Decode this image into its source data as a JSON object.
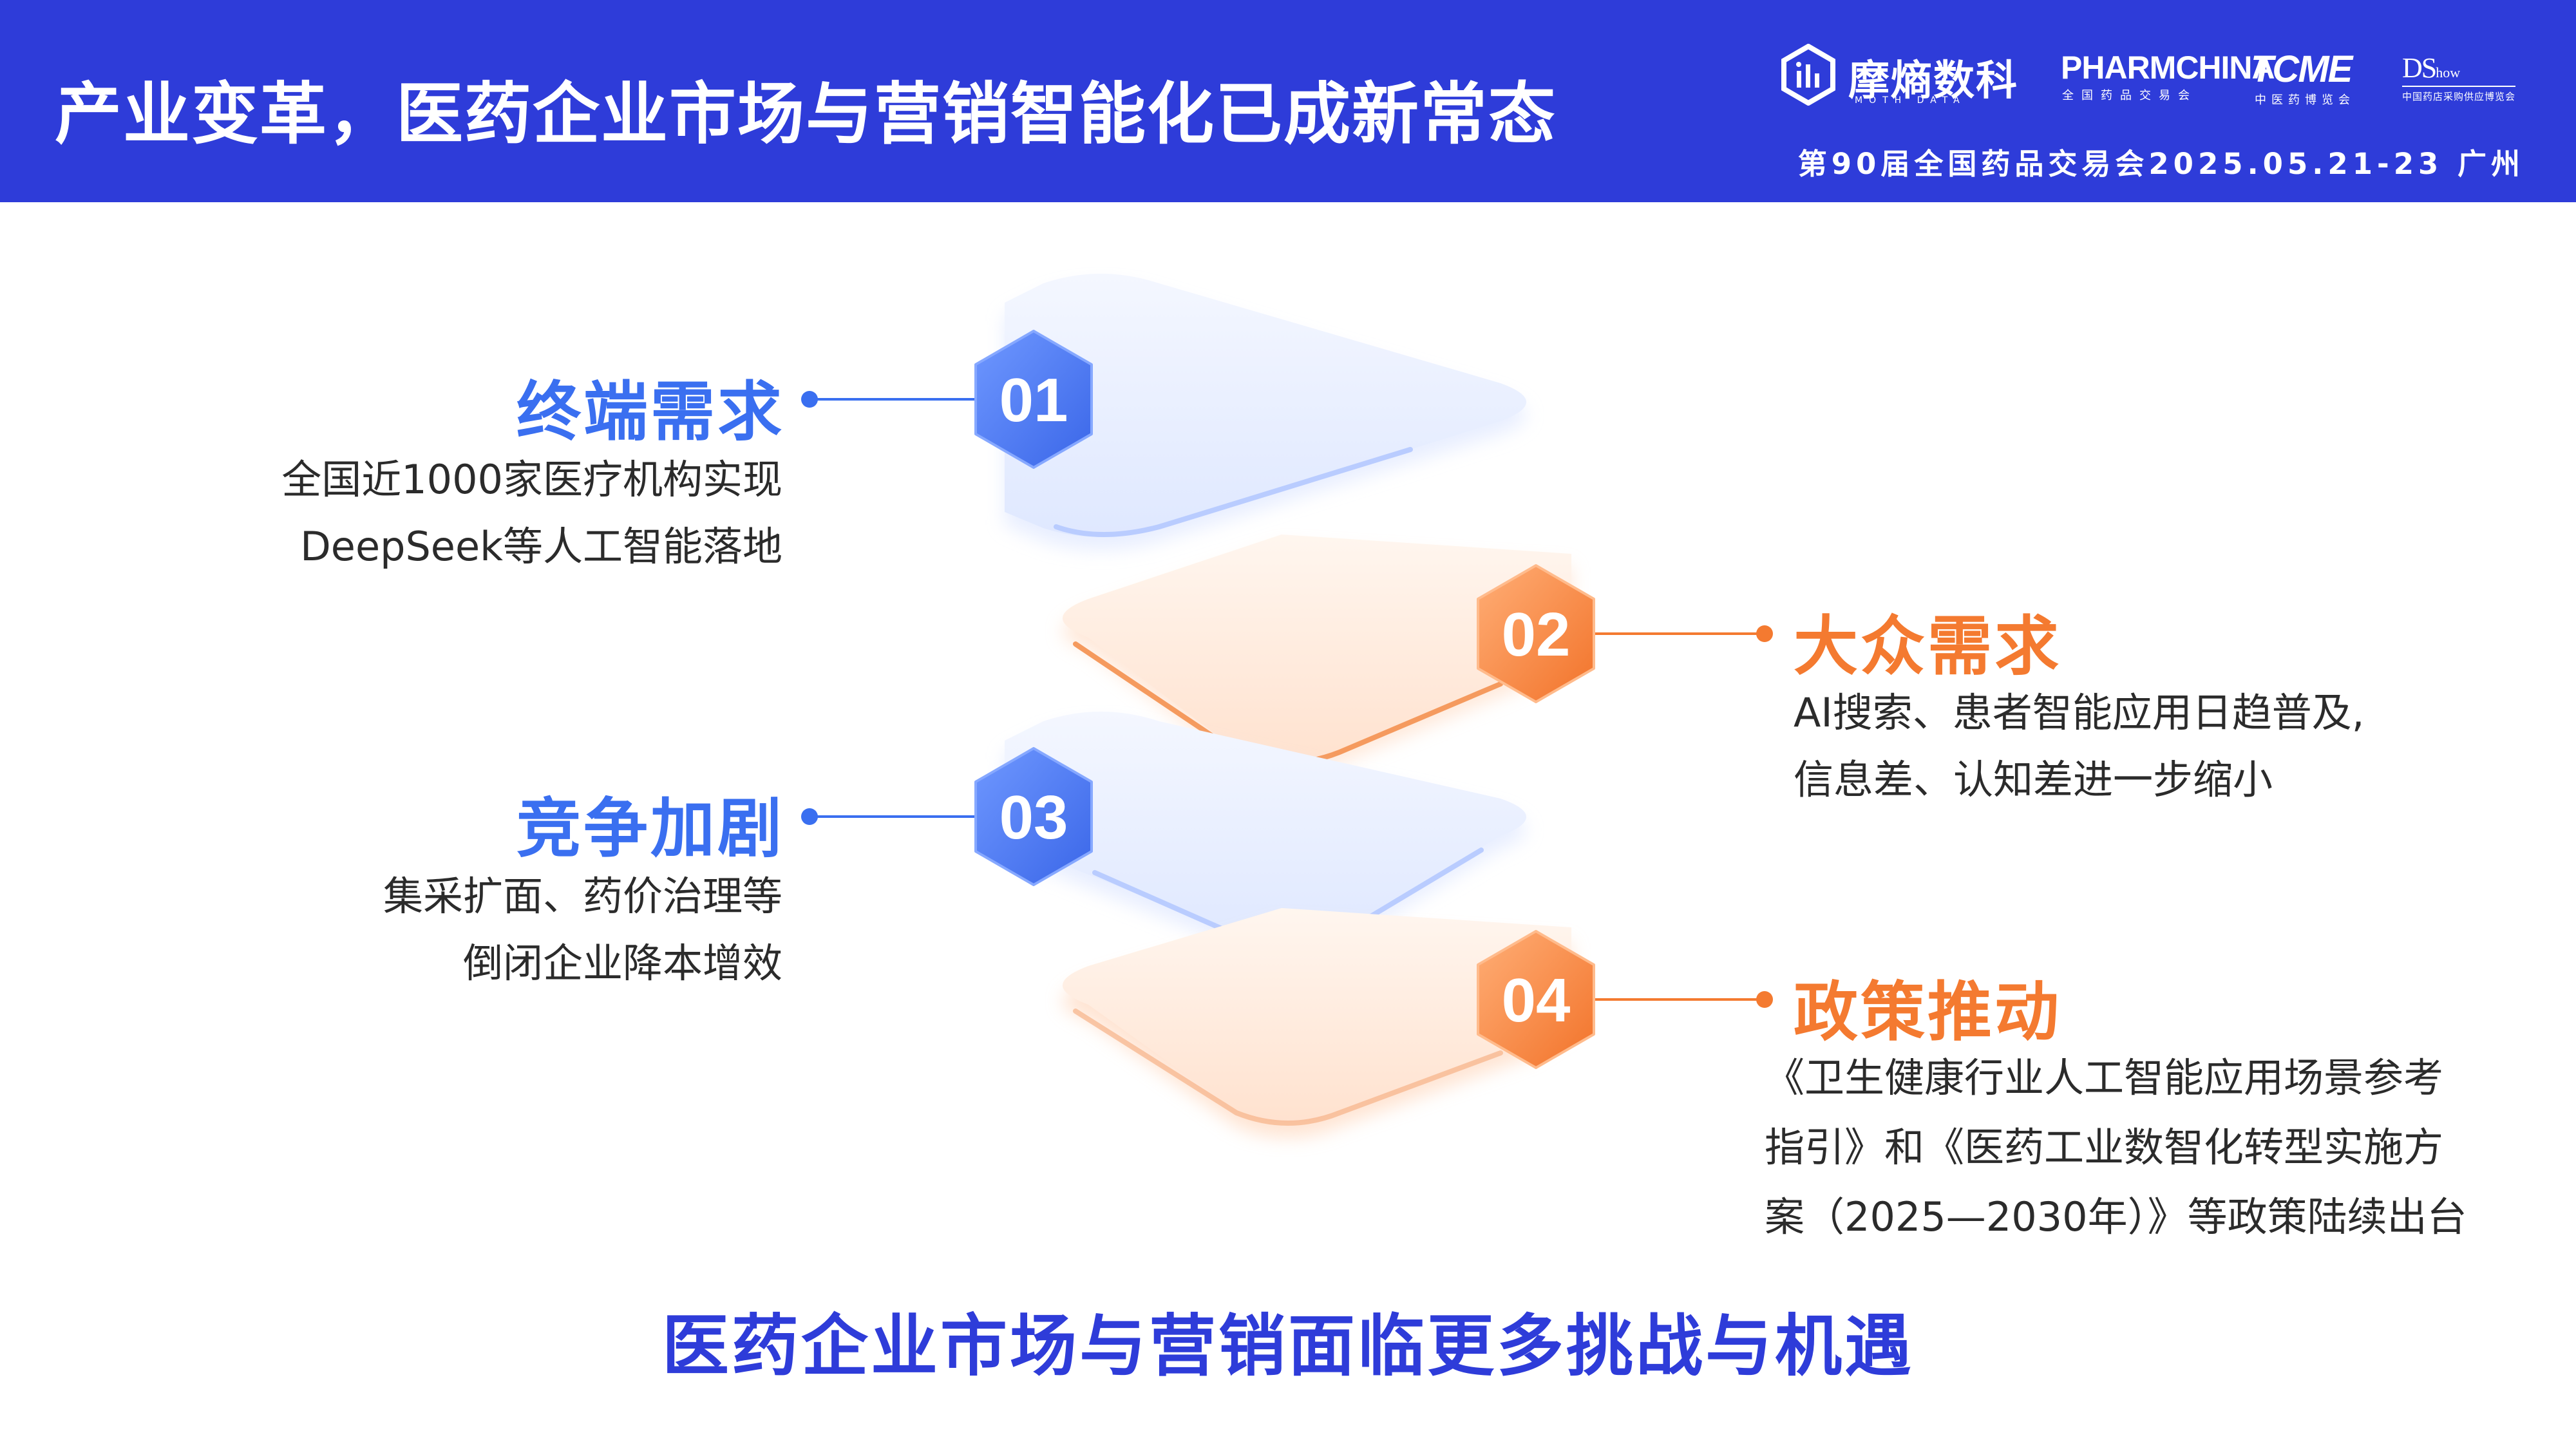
{
  "header": {
    "title": "产业变革，医药企业市场与营销智能化已成新常态",
    "expo_line": "第90届全国药品交易会2025.05.21-23 广州",
    "logos": {
      "mdsk": {
        "name": "摩熵数科",
        "sub": "MOTH DATA"
      },
      "pharmchina": {
        "name": "PHARMCHINA",
        "sub": "全国药品交易会"
      },
      "tcme": {
        "name": "TCME",
        "sub": "中医药博览会"
      },
      "dshow": {
        "name": "DS",
        "name_suffix": "how",
        "sub": "中国药店采购供应博览会"
      }
    }
  },
  "items": [
    {
      "number": "01",
      "heading": "终端需求",
      "lines": [
        "全国近1000家医疗机构实现",
        "DeepSeek等人工智能落地"
      ],
      "color": "#3a6ff0"
    },
    {
      "number": "02",
      "heading": "大众需求",
      "lines": [
        "AI搜索、患者智能应用日趋普及,",
        "信息差、认知差进一步缩小"
      ],
      "color": "#f47a30"
    },
    {
      "number": "03",
      "heading": "竞争加剧",
      "lines": [
        "集采扩面、药价治理等",
        "倒闭企业降本增效"
      ],
      "color": "#3a6ff0"
    },
    {
      "number": "04",
      "heading": "政策推动",
      "lines": [
        "《卫生健康行业人工智能应用场景参考",
        "指引》和《医药工业数智化转型实施方",
        "案（2025—2030年）》等政策陆续出台"
      ],
      "color": "#f47a30"
    }
  ],
  "bottom_text": "医药企业市场与营销面临更多挑战与机遇",
  "colors": {
    "header_bg": "#2e3cd9",
    "blue": "#3a6ff0",
    "orange": "#f47a30"
  }
}
